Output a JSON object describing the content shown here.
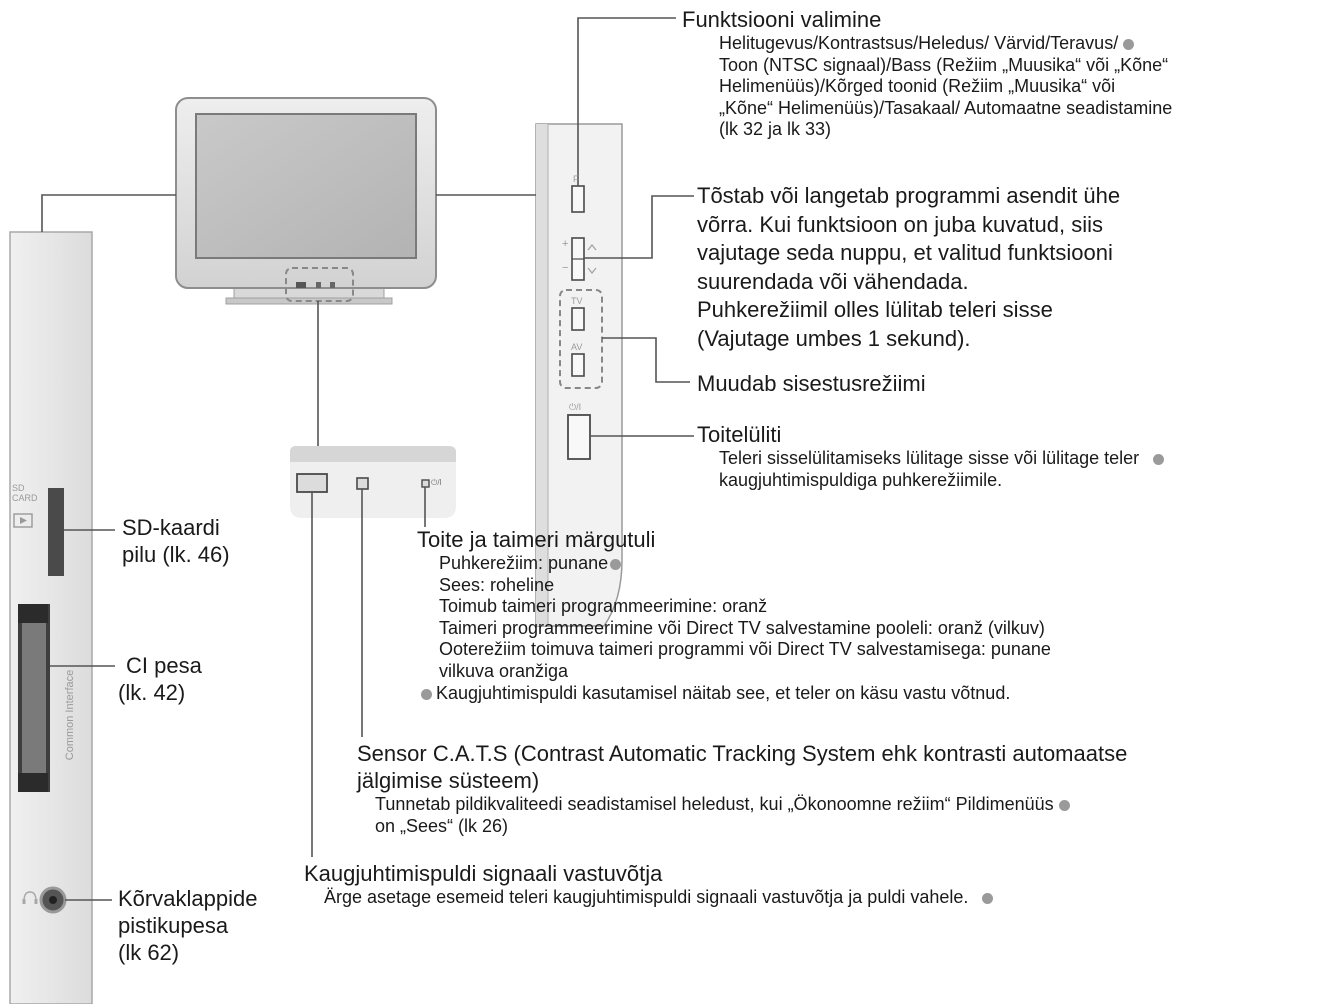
{
  "side_panel": {
    "sd_card_label": "SD\nCARD",
    "common_interface_label": "Common Interface"
  },
  "tv_panel": {
    "f_label": "F",
    "tv_label": "TV",
    "av_label": "AV",
    "power_label": "⏻/I",
    "plus_label": "+",
    "minus_label": "−",
    "sensor_power_label": "⏻/I"
  },
  "annotations": {
    "function_select": {
      "title": "Funktsiooni valimine",
      "desc": [
        "Helitugevus/Kontrastsus/Heledus/ Värvid/Teravus/",
        "Toon (NTSC signaal)/Bass (Režiim „Muusika“ või „Kõne“",
        "Helimenüüs)/Kõrged toonid (Režiim „Muusika“ või",
        "„Kõne“ Helimenüüs)/Tasakaal/ Automaatne seadistamine",
        "(lk 32 ja lk 33)"
      ]
    },
    "program_updown": {
      "lines": [
        "Tõstab või langetab programmi asendit ühe",
        "võrra. Kui funktsioon on juba kuvatud, siis",
        "vajutage seda nuppu, et valitud funktsiooni",
        "suurendada või vähendada.",
        "Puhkerežiimil olles lülitab teleri sisse",
        "(Vajutage umbes 1 sekund)."
      ]
    },
    "input_mode": {
      "title": "Muudab sisestusrežiimi"
    },
    "power_switch": {
      "title": "Toitelüliti",
      "desc": [
        "Teleri sisselülitamiseks lülitage sisse või lülitage teler",
        "kaugjuhtimispuldiga puhkerežiimile."
      ]
    },
    "sd_slot": {
      "lines": [
        "SD-kaardi",
        "pilu (lk. 46)"
      ]
    },
    "ci_slot": {
      "lines": [
        "CI pesa",
        "(lk. 42)"
      ]
    },
    "headphones": {
      "lines": [
        "Kõrvaklappide",
        "pistikupesa",
        "(lk 62)"
      ]
    },
    "power_timer_lamp": {
      "title": "Toite ja taimeri märgutuli",
      "desc": [
        "Puhkerežiim: punane",
        "Sees: roheline",
        "Toimub taimeri programmeerimine: oranž",
        "Taimeri programmeerimine või Direct TV salvestamine pooleli: oranž (vilkuv)",
        "Ooterežiim toimuva taimeri programmi või Direct TV salvestamisega: punane",
        "vilkuva oranžiga"
      ],
      "note": "Kaugjuhtimispuldi kasutamisel näitab see, et teler on käsu vastu võtnud."
    },
    "cats_sensor": {
      "title_lines": [
        "Sensor C.A.T.S (Contrast Automatic Tracking System ehk kontrasti automaatse",
        "jälgimise süsteem)"
      ],
      "desc": [
        "Tunnetab pildikvaliteedi seadistamisel heledust, kui „Ökonoomne režiim“ Pildimenüüs",
        "on „Sees“ (lk 26)"
      ]
    },
    "remote_receiver": {
      "title": "Kaugjuhtimispuldi signaali vastuvõtja",
      "desc": "Ärge asetage esemeid teleri kaugjuhtimispuldi signaali vastuvõtja ja puldi vahele."
    }
  }
}
